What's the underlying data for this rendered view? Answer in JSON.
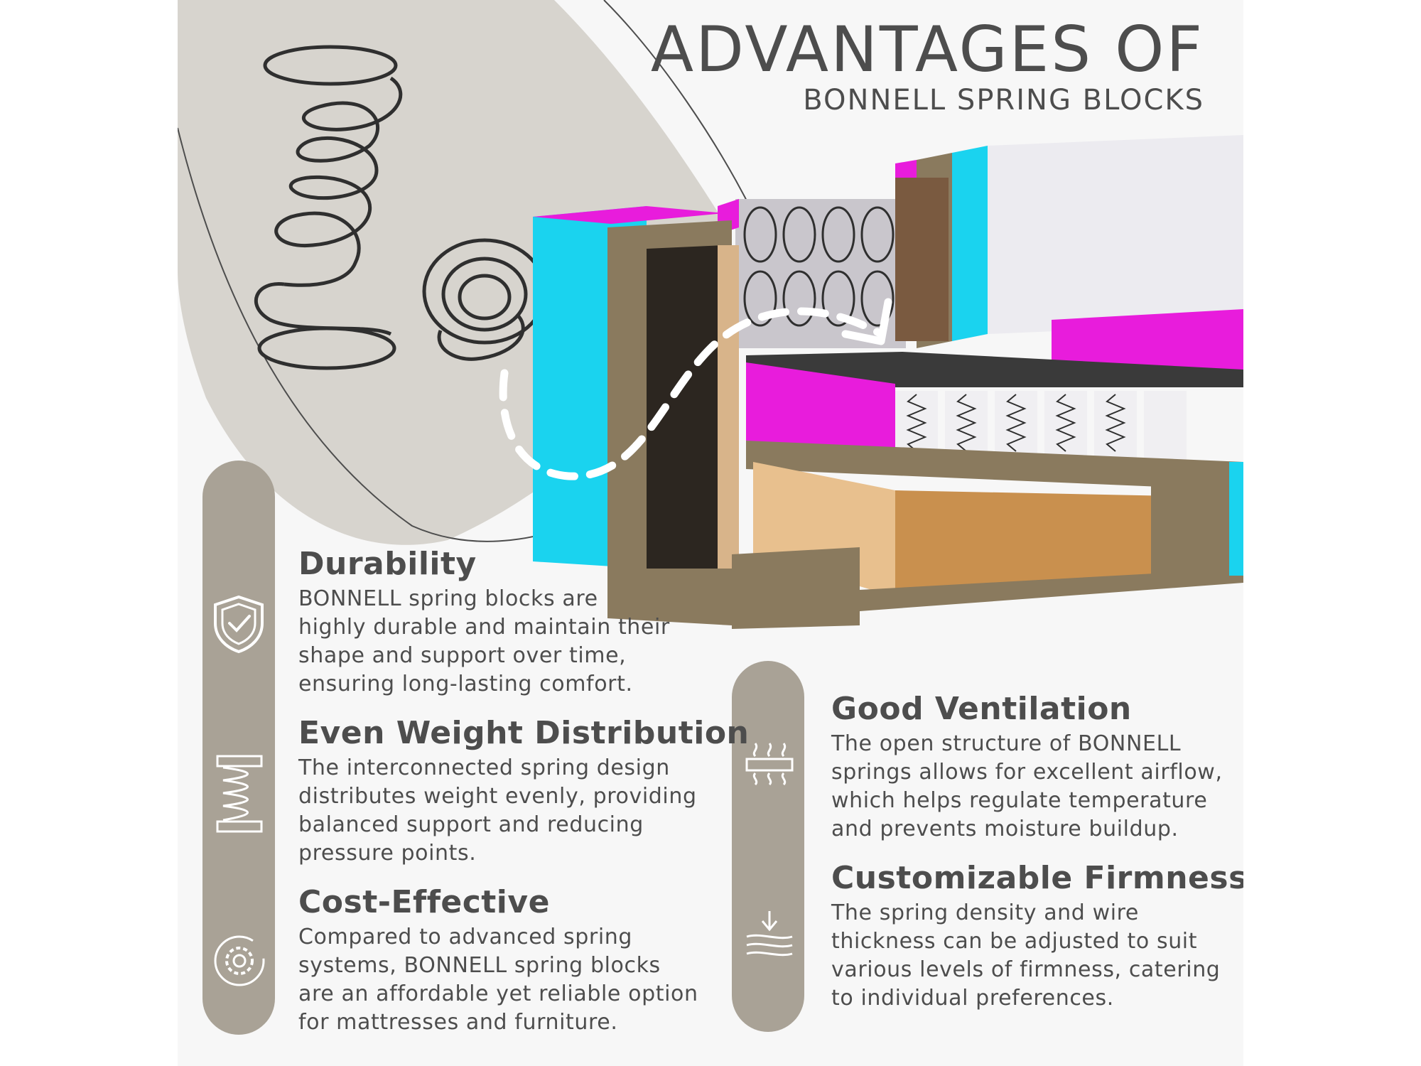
{
  "title": {
    "line1": "ADVANTAGES OF",
    "line2": "BONNELL SPRING BLOCKS"
  },
  "colors": {
    "background": "#f7f7f7",
    "blob": "#d7d4ce",
    "pill": "#a9a296",
    "text": "#4d4d4d",
    "magenta": "#e81cdc",
    "cyan": "#1ad3ef",
    "chipboard": "#8a7a5e",
    "foam": "#e9e7ee"
  },
  "features": [
    {
      "icon": "shield-check-icon",
      "title": "Durability",
      "text": "BONNELL spring blocks are\nhighly durable and maintain their\nshape and support over time,\nensuring long-lasting comfort."
    },
    {
      "icon": "spring-coil-icon",
      "title": "Even Weight Distribution",
      "text": "The interconnected spring design\ndistributes weight evenly, providing\nbalanced support and reducing\npressure points."
    },
    {
      "icon": "gear-cycle-icon",
      "title": "Cost-Effective",
      "text": "Compared to advanced spring\nsystems, BONNELL spring blocks\n are an affordable yet reliable option\nfor mattresses and furniture."
    },
    {
      "icon": "airflow-icon",
      "title": "Good Ventilation",
      "text": "The open structure of BONNELL\nsprings allows for excellent airflow,\nwhich helps regulate temperature\nand prevents moisture buildup."
    },
    {
      "icon": "layers-pressure-icon",
      "title": "Customizable Firmness",
      "text": "The spring density and wire\nthickness can be adjusted to suit\nvarious levels of firmness, catering\nto individual preferences."
    }
  ]
}
